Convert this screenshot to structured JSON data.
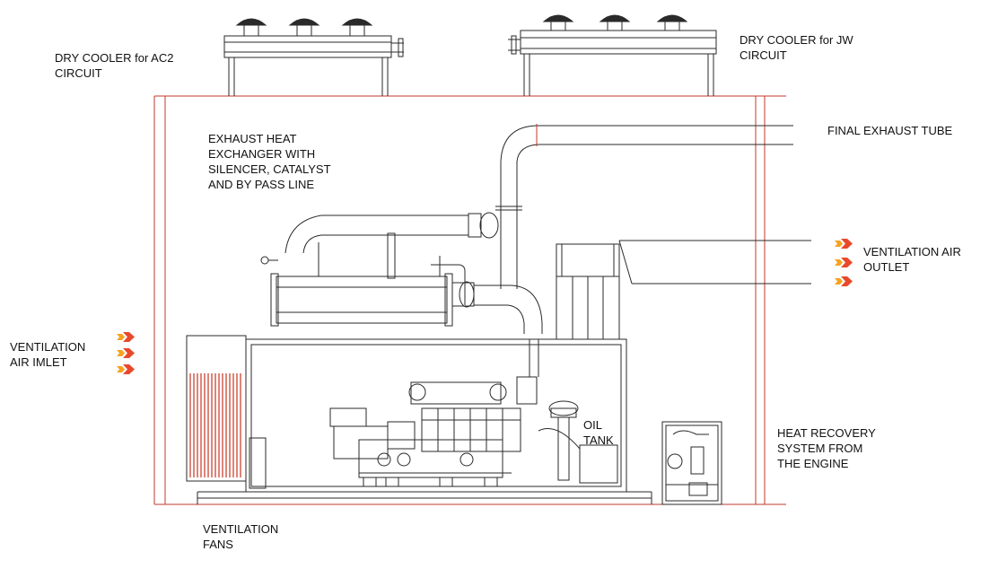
{
  "labels": {
    "dry_cooler_ac2": [
      "DRY COOLER for AC2",
      "CIRCUIT"
    ],
    "dry_cooler_jw": [
      "DRY COOLER for JW",
      "CIRCUIT"
    ],
    "exhaust_heat_exchanger": [
      "EXHAUST HEAT",
      "EXCHANGER WITH",
      "SILENCER, CATALYST",
      "AND BY PASS LINE"
    ],
    "final_exhaust_tube": [
      "FINAL EXHAUST TUBE"
    ],
    "ventilation_air_outlet": [
      "VENTILATION AIR",
      "OUTLET"
    ],
    "ventilation_air_inlet": [
      "VENTILATION",
      "AIR IMLET"
    ],
    "oil_tank": [
      "OIL",
      "TANK"
    ],
    "heat_recovery": [
      "HEAT RECOVERY",
      "SYSTEM FROM",
      "THE ENGINE"
    ],
    "ventilation_fans": [
      "VENTILATION",
      "FANS"
    ]
  },
  "colors": {
    "line": "#2a2a2a",
    "enclosure": "#c0392b",
    "fan_stripes": "#d0503f",
    "arrow_outer": "#e8492b",
    "arrow_inner": "#f6a321"
  },
  "icons": {
    "flow_arrow": "orange-flow-arrow-icon"
  }
}
